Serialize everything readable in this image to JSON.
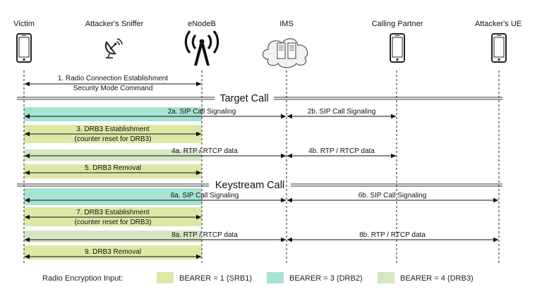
{
  "actors": [
    {
      "id": "victim",
      "label": "Victim",
      "icon": "phone-icon"
    },
    {
      "id": "sniffer",
      "label": "Attacker's  Sniffer",
      "icon": "satellite-dish-icon"
    },
    {
      "id": "enodeb",
      "label": "eNodeB",
      "icon": "antenna-tower-icon"
    },
    {
      "id": "ims",
      "label": "IMS",
      "icon": "server-cloud-icon"
    },
    {
      "id": "partner",
      "label": "Calling Partner",
      "icon": "phone-icon"
    },
    {
      "id": "attacker_ue",
      "label": "Attacker's UE",
      "icon": "phone-icon"
    }
  ],
  "step1": {
    "line1": "1. Radio Connection Establishment",
    "line2": "Security Mode Command"
  },
  "sections": {
    "target": "Target Call",
    "keystream": "Keystream Call"
  },
  "messages": {
    "m2a": "2a. SIP Call Signaling",
    "m2b": "2b. SIP Call Signaling",
    "m3_l1": "3. DRB3 Establishment",
    "m3_l2": "(counter reset for DRB3)",
    "m4a": "4a. RTP / RTCP data",
    "m4b": "4b. RTP / RTCP data",
    "m5": "5. DRB3 Removal",
    "m6a": "6a. SIP Call Signaling",
    "m6b": "6b. SIP Call Signaling",
    "m7_l1": "7. DRB3 Establishment",
    "m7_l2": "(counter reset for DRB3)",
    "m8a": "8a. RTP / RTCP data",
    "m8b": "8b. RTP / RTCP data",
    "m9": "9. DRB3 Removal"
  },
  "legend": {
    "title": "Radio Encryption Input:",
    "items": [
      {
        "label": "BEARER = 1 (SRB1)",
        "color": "#dde8a6"
      },
      {
        "label": "BEARER = 3 (DRB2)",
        "color": "#a6e3d4"
      },
      {
        "label": "BEARER = 4 (DRB3)",
        "color": "#d5e6c5"
      }
    ]
  },
  "colors": {
    "srb1": "#dde8a6",
    "drb2": "#a6e3d4",
    "drb3": "#d5e6c5",
    "line": "#111111"
  }
}
